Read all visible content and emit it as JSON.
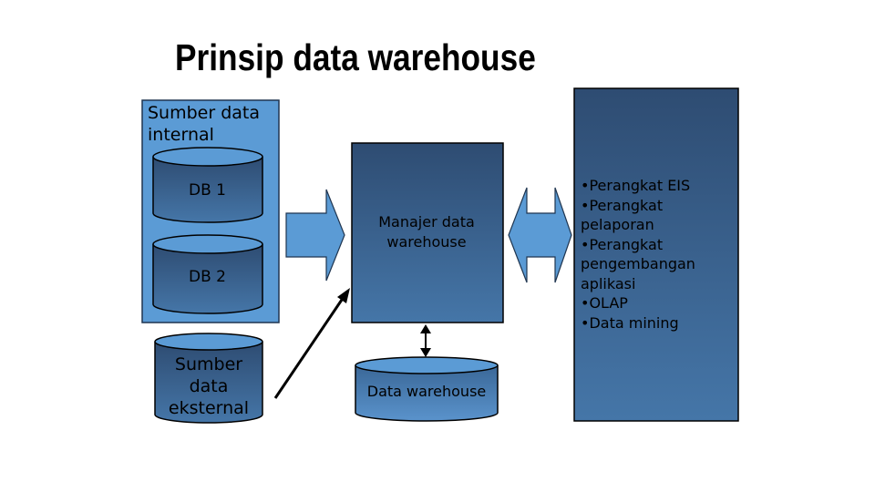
{
  "title": "Prinsip data warehouse",
  "internal_sources": {
    "label": "Sumber data internal",
    "db1": "DB 1",
    "db2": "DB 2"
  },
  "external_source": {
    "line1": "Sumber",
    "line2": "data",
    "line3": "eksternal"
  },
  "manager": {
    "line1": "Manajer data",
    "line2": "warehouse"
  },
  "warehouse": "Data warehouse",
  "tools": [
    "•Perangkat EIS",
    "•Perangkat",
    "pelaporan",
    "•Perangkat",
    "pengembangan",
    "aplikasi",
    "•OLAP",
    "•Data mining"
  ],
  "colors": {
    "light_blue": "#5b9bd5",
    "dark_blue_top": "#2e5078",
    "dark_blue_bottom": "#3e6c9c",
    "outline": "#000000"
  }
}
